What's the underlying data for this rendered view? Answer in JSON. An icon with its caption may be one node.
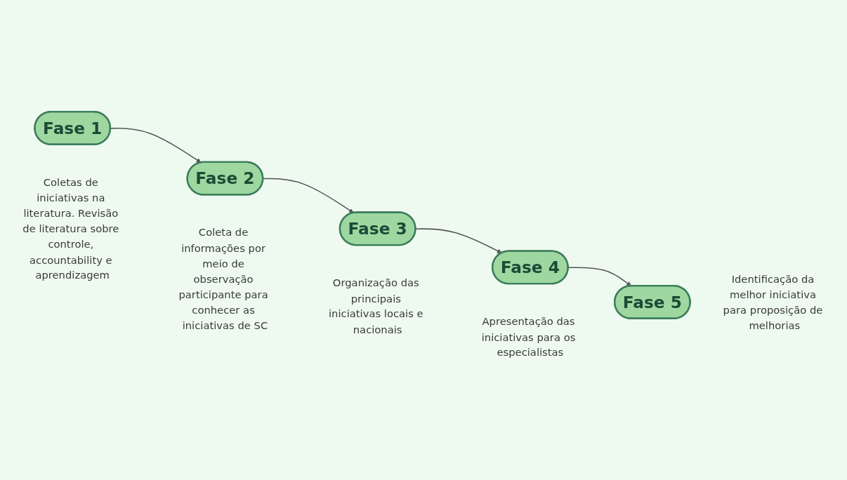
{
  "diagram": {
    "nodes": [
      {
        "text": [
          "Fase 1"
        ],
        "beside": [
          "Coletas de iniciativas na literatura. Revisão de literatura sobre controle, accountability e aprendizagem"
        ]
      },
      {
        "text": [
          "Fase 2"
        ],
        "beside": [
          "Coleta de informações por meio de observação participante para conhecer as iniciativas de SC"
        ]
      },
      {
        "text": [
          "Fase 3"
        ],
        "beside": [
          "Organização das principais iniciativas locais e nacionais"
        ]
      },
      {
        "text": [
          "Fase 4"
        ],
        "beside": [
          "Apresentação das iniciativas para os especialistas"
        ]
      },
      {
        "text": [
          "Fase 5"
        ],
        "beside": [
          "Identificação da melhor iniciativa para proposição de melhorias"
        ]
      }
    ],
    "edges": [
      {
        "from": 0,
        "to": 1,
        "arrow": "to"
      },
      {
        "from": 1,
        "to": 2,
        "arrow": "to"
      },
      {
        "from": 2,
        "to": 3,
        "arrow": "to"
      },
      {
        "from": 3,
        "to": 4,
        "arrow": "to"
      }
    ]
  }
}
